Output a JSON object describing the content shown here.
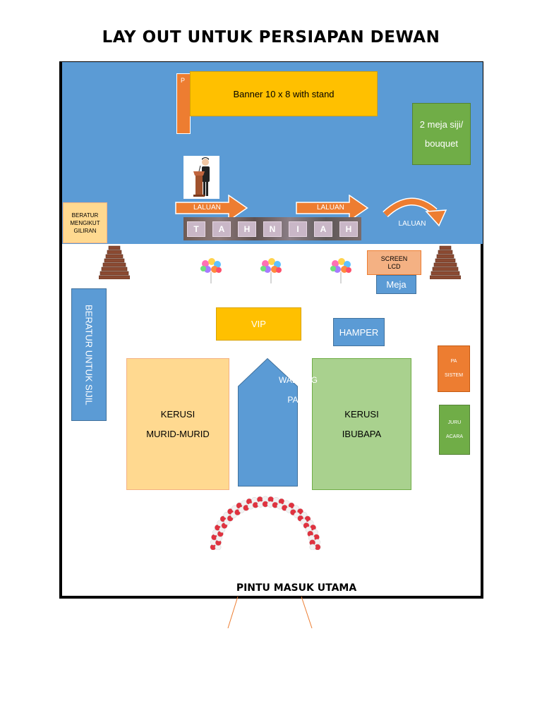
{
  "title": "LAY OUT UNTUK PERSIAPAN DEWAN",
  "stage": {
    "banner_label": "Banner 10 x 8 with stand",
    "banner_stand_char": "P",
    "meja_siji_line1": "2 meja siji/",
    "meja_siji_line2": "bouquet",
    "laluan_1": "LALUAN",
    "laluan_2": "LALUAN",
    "laluan_3": "LALUAN",
    "beratur_line1": "BERATUR",
    "beratur_line2": "MENGIKUT",
    "beratur_line3": "GILIRAN",
    "name_letters": [
      "T",
      "A",
      "H",
      "N",
      "I",
      "A",
      "H"
    ]
  },
  "hall": {
    "screen_line1": "SCREEN",
    "screen_line2": "LCD",
    "meja": "Meja",
    "beratur_sijil": "BERATUR UNTUK SIJIL",
    "vip": "VIP",
    "hamper": "HAMPER",
    "murid_line1": "KERUSI",
    "murid_line2": "MURID-MURID",
    "ibubapa_line1": "KERUSI",
    "ibubapa_line2": "IBUBAPA",
    "walkway_line1": "WALKING",
    "walkway_line2": "PATH",
    "pa_line1": "PA",
    "pa_line2": "SISTEM",
    "juru_line1": "JURU",
    "juru_line2": "ACARA",
    "pintu": "PINTU MASUK UTAMA"
  },
  "colors": {
    "stage_blue": "#5b9bd5",
    "yellow": "#ffc000",
    "orange": "#ed7d31",
    "green": "#70ad47",
    "light_green": "#a9d18e",
    "peach": "#ffd990"
  }
}
